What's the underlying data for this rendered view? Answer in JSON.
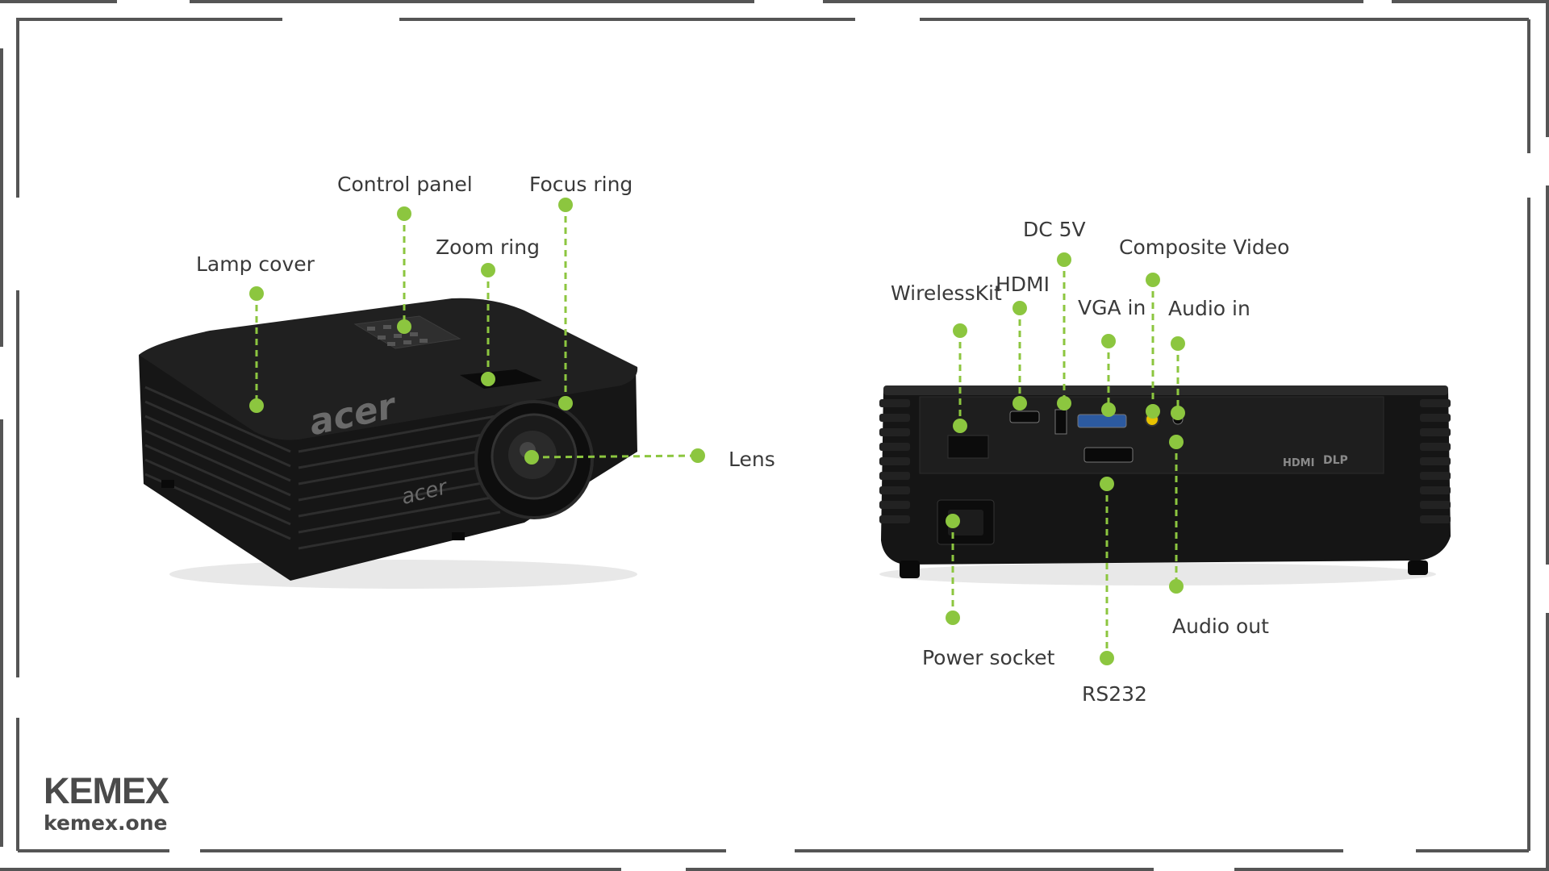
{
  "front_view": {
    "callouts": {
      "lamp_cover": "Lamp cover",
      "control_panel": "Control panel",
      "zoom_ring": "Zoom ring",
      "focus_ring": "Focus ring",
      "lens": "Lens"
    },
    "body_brand_text": "acer"
  },
  "rear_view": {
    "callouts": {
      "wireless_kit": "WirelessKit",
      "hdmi": "HDMI",
      "dc_5v": "DC 5V",
      "vga_in": "VGA in",
      "composite_video": "Composite Video",
      "audio_in": "Audio in",
      "power_socket": "Power socket",
      "rs232": "RS232",
      "audio_out": "Audio out"
    }
  },
  "branding": {
    "logo_text": "KEMEX",
    "url": "kemex.one"
  },
  "colors": {
    "callout_green": "#8cc63f",
    "frame_gray": "#555555",
    "projector_body": "#141414",
    "label_text": "#3a3a3a"
  }
}
